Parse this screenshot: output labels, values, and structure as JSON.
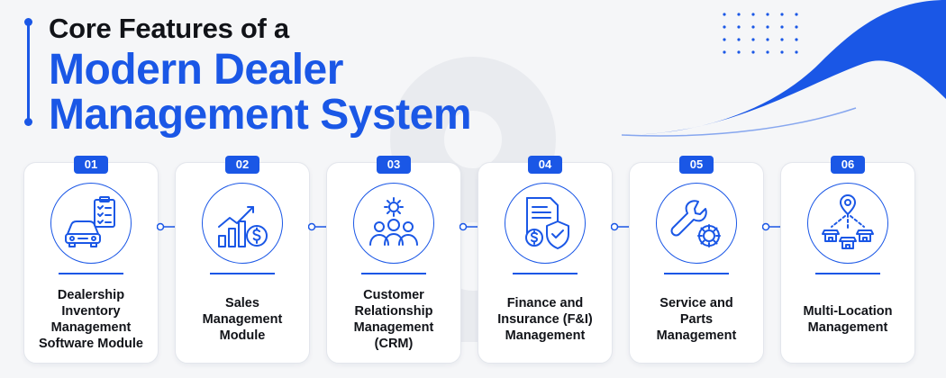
{
  "title": {
    "line1": "Core Features of a",
    "line2": "Modern Dealer",
    "line3": "Management System"
  },
  "colors": {
    "accent": "#1a57e6",
    "title_dark": "#111318",
    "background": "#f5f6f8"
  },
  "features": [
    {
      "number": "01",
      "label": "Dealership\nInventory\nManagement\nSoftware Module",
      "icon": "car-inventory-checklist-icon"
    },
    {
      "number": "02",
      "label": "Sales\nManagement\nModule",
      "icon": "sales-growth-chart-icon"
    },
    {
      "number": "03",
      "label": "Customer\nRelationship\nManagement\n(CRM)",
      "icon": "crm-people-gear-icon"
    },
    {
      "number": "04",
      "label": "Finance and\nInsurance (F&I)\nManagement",
      "icon": "finance-shield-document-icon"
    },
    {
      "number": "05",
      "label": "Service and\nParts\nManagement",
      "icon": "wrench-gear-icon"
    },
    {
      "number": "06",
      "label": "Multi-Location\nManagement",
      "icon": "multi-location-pin-icon"
    }
  ]
}
